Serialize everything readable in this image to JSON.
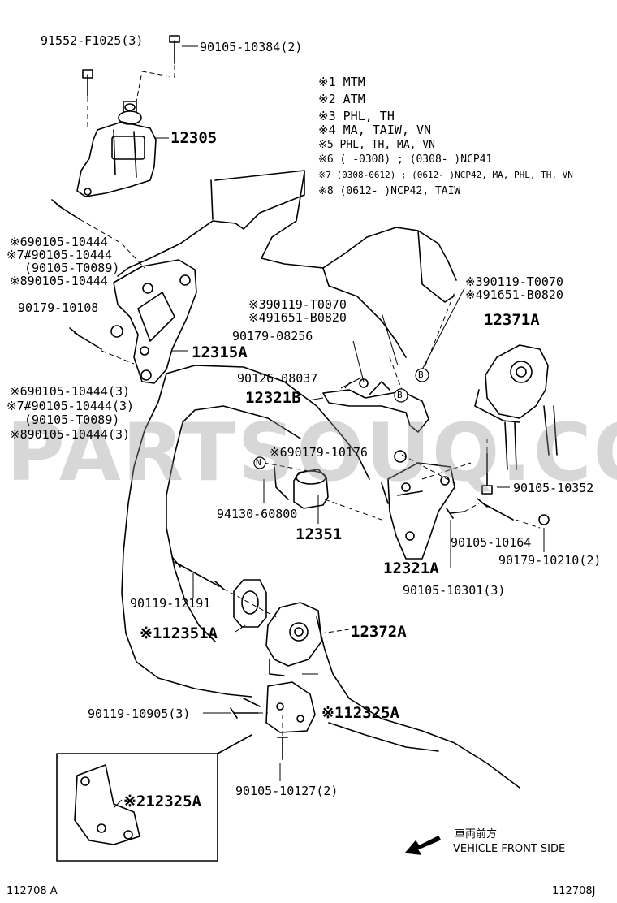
{
  "notes": [
    "※1 MTM",
    "※2 ATM",
    "※3 PHL, TH",
    "※4 MA, TAIW, VN",
    "※5 PHL, TH, MA, VN",
    "※6 (    -0308) ; (0308-    )NCP41",
    "※7 (0308-0612) ; (0612-    )NCP42, MA, PHL, TH, VN",
    "※8 (0612-    )NCP42, TAIW"
  ],
  "parts": {
    "p91552": "91552-F1025(3)",
    "p90105_10384": "90105-10384(2)",
    "p12305": "12305",
    "p90105_10444_a6": "※690105-10444",
    "p90105_10444_a7": "※7#90105-10444",
    "p90105_T0089_a": "(90105-T0089)",
    "p90105_10444_a8": "※890105-10444",
    "p90179_10108": "90179-10108",
    "p12315A": "12315A",
    "p90105_10444_b6": "※690105-10444(3)",
    "p90105_10444_b7": "※7#90105-10444(3)",
    "p90105_T0089_b": "(90105-T0089)",
    "p90105_10444_b8": "※890105-10444(3)",
    "p90119_T0070_3a": "※390119-T0070",
    "p91651_B0820_4a": "※491651-B0820",
    "p90179_08256": "90179-08256",
    "p90126_08037": "90126-08037",
    "p12321B": "12321B",
    "p90119_T0070_3b": "※390119-T0070",
    "p91651_B0820_4b": "※491651-B0820",
    "p12371A": "12371A",
    "p90179_10176": "※690179-10176",
    "p94130_60800": "94130-60800",
    "p12351": "12351",
    "p12321A": "12321A",
    "p90105_10352": "90105-10352",
    "p90105_10164": "90105-10164",
    "p90179_10210": "90179-10210(2)",
    "p90105_10301": "90105-10301(3)",
    "p90119_12191": "90119-12191",
    "p12351A": "※112351A",
    "p12372A": "12372A",
    "p90119_10905": "90119-10905(3)",
    "p12325A_1": "※112325A",
    "p90105_10127": "90105-10127(2)",
    "p12325A_2": "※212325A"
  },
  "markers": {
    "B1": "B",
    "B2": "B",
    "N": "N"
  },
  "direction": {
    "jp": "車両前方",
    "en": "VEHICLE FRONT SIDE"
  },
  "footer": {
    "left": "112708  A",
    "right": "112708J"
  },
  "watermark": "PARTSOUQ.COM"
}
